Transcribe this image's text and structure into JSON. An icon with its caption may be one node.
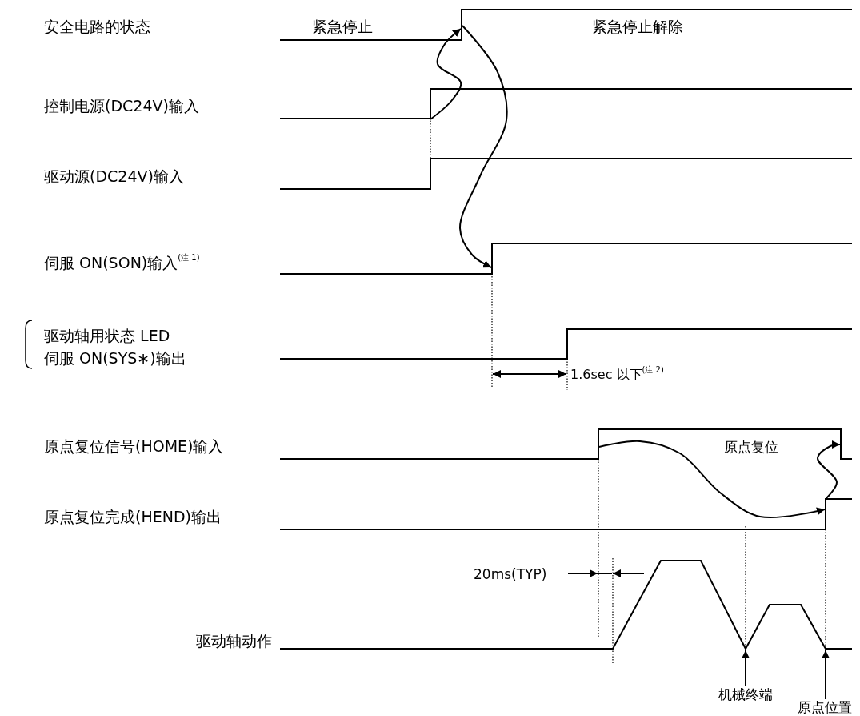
{
  "diagram": {
    "nodes": [
      {
        "text": [],
        "shape": "line"
      },
      {
        "text": [],
        "shape": "line"
      },
      {
        "text": [],
        "shape": "line"
      },
      {
        "text": [],
        "shape": "pulse"
      },
      {
        "text": [],
        "shape": "line"
      },
      {
        "text": [
          "机械终端"
        ]
      },
      {
        "text": [
          "原点位置"
        ]
      }
    ],
    "edges": [
      {
        "from": 1,
        "to": 0,
        "arrow": "to"
      },
      {
        "from": 0,
        "to": 2,
        "arrow": "to"
      },
      {
        "from": 3,
        "to": 4,
        "arrow": "to"
      },
      {
        "from": 4,
        "to": 3,
        "arrow": "to"
      },
      {
        "from": 5,
        "to": null,
        "arrow": "to"
      },
      {
        "from": 6,
        "to": null,
        "arrow": "to"
      }
    ],
    "labels": [
      "安全电路的状态",
      "紧急停止",
      "紧急停止解除",
      "控制电源(DC24V)输入",
      "驱动源(DC24V)输入",
      "伺服 ON(SON)输入$^{(注 1)}$",
      "驱动轴用状态 LED",
      "伺服 ON(SYS∗)输出",
      "1.6sec 以下$^{(注 2)}$",
      "原点复位信号(HOME)输入",
      "原点复位",
      "原点复位完成(HEND)输出",
      "20ms(TYP)",
      "驱动轴动作"
    ]
  }
}
